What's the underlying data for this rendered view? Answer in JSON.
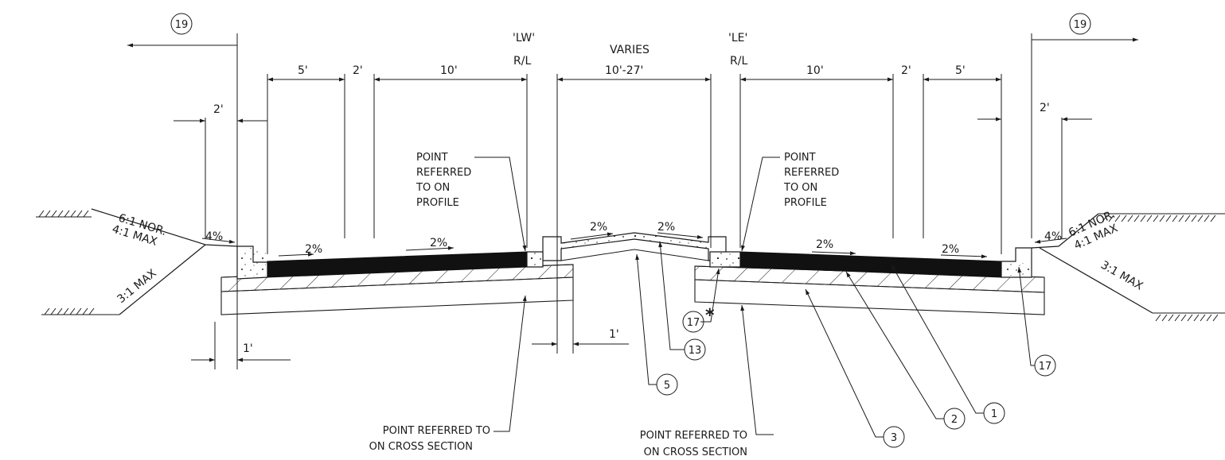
{
  "dims": {
    "top_19_left": "19",
    "top_19_right": "19",
    "five_left": "5'",
    "two_left_a": "2'",
    "ten_left": "10'",
    "lw": "'LW'",
    "lw_rl": "R/L",
    "varies": "VARIES",
    "varies_range": "10'-27'",
    "le": "'LE'",
    "le_rl": "R/L",
    "ten_right": "10'",
    "two_right_a": "2'",
    "five_right": "5'",
    "two_left_b": "2'",
    "two_right_b": "2'",
    "one_left": "1'",
    "one_mid": "1'"
  },
  "notes": {
    "point_profile_left": [
      "POINT",
      "REFERRED",
      "TO ON",
      "PROFILE"
    ],
    "point_profile_right": [
      "POINT",
      "REFERRED",
      "TO ON",
      "PROFILE"
    ],
    "cross_section_left": [
      "POINT REFERRED TO",
      "ON CROSS SECTION"
    ],
    "cross_section_right": [
      "POINT REFERRED TO",
      "ON CROSS SECTION"
    ]
  },
  "slopes": {
    "left_nor": "6:1 NOR.",
    "left_max41": "4:1 MAX",
    "left_max31": "3:1 MAX",
    "right_nor": "6:1 NOR.",
    "right_max41": "4:1 MAX",
    "right_max31": "3:1 MAX",
    "left_4pct": "4%",
    "right_4pct": "4%",
    "left_bike_2pct": "2%",
    "left_lane_2pct": "2%",
    "median_left_2pct": "2%",
    "median_right_2pct": "2%",
    "right_lane_2pct": "2%",
    "right_bike_2pct": "2%"
  },
  "callouts": {
    "c17_mid": "17",
    "c17_star": "*",
    "c13": "13",
    "c5": "5",
    "c3": "3",
    "c2": "2",
    "c1": "1",
    "c17_right": "17"
  }
}
